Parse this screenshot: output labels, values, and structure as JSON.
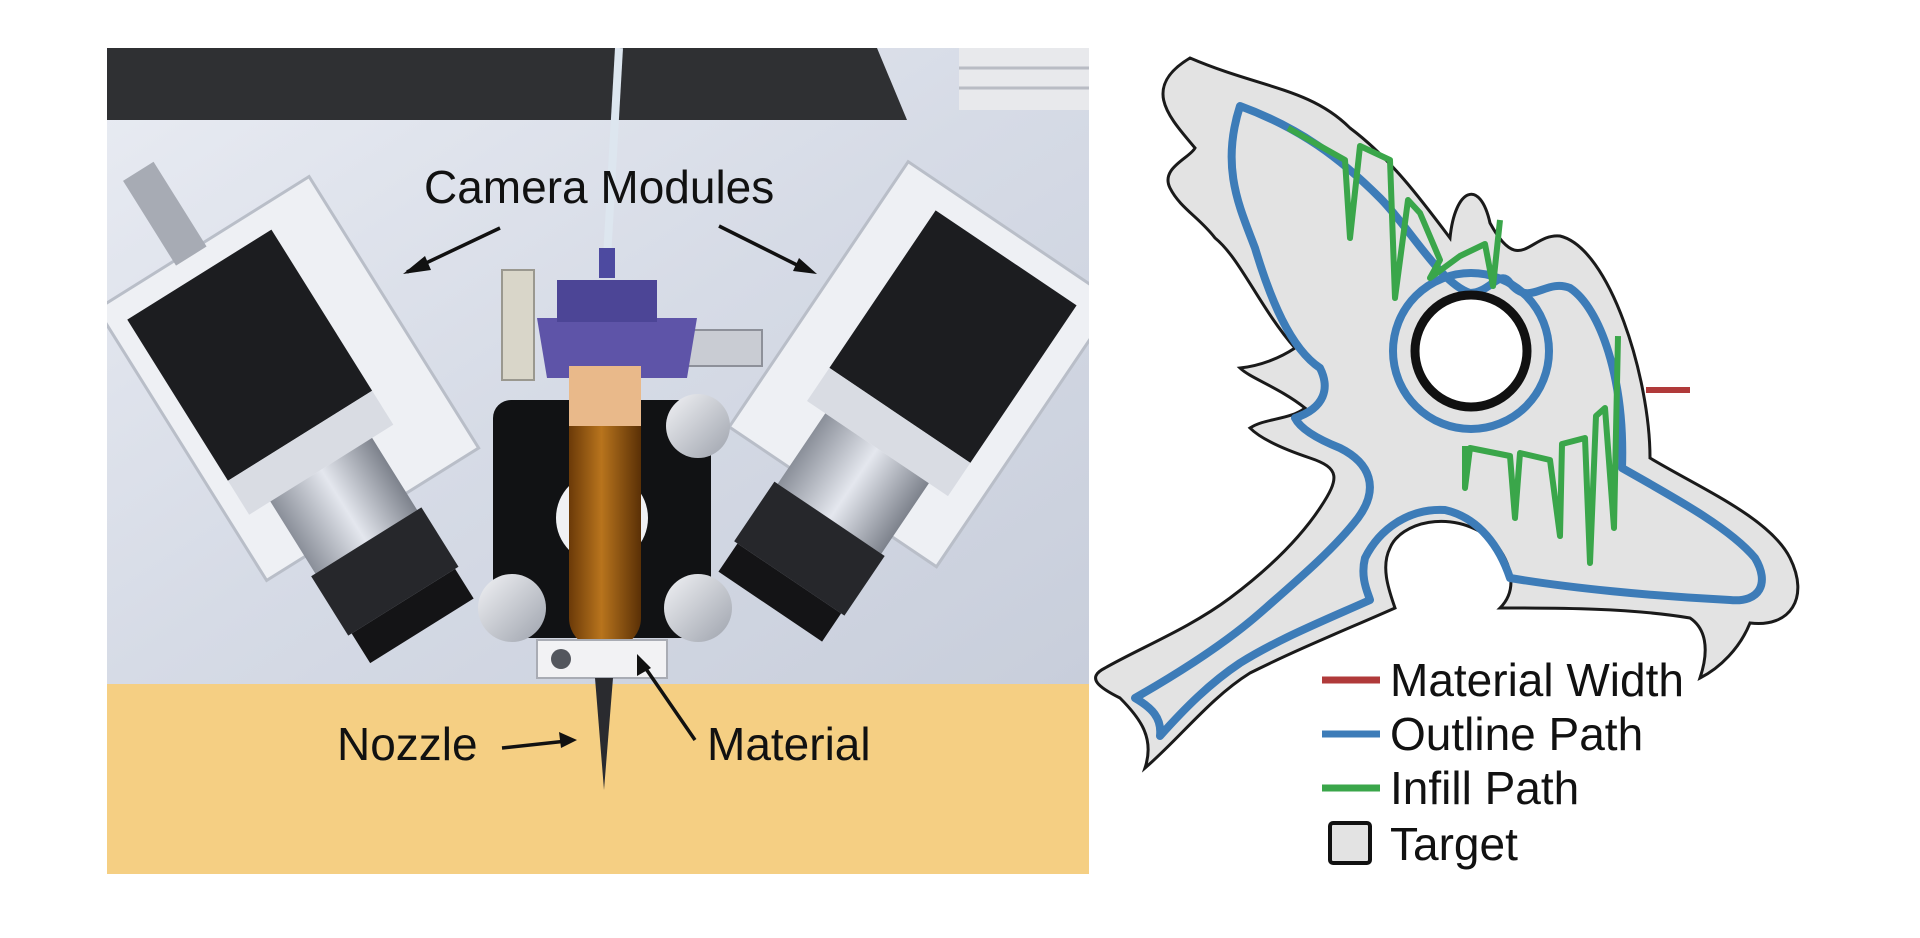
{
  "photo": {
    "labels": {
      "camera_modules": "Camera Modules",
      "nozzle": "Nozzle",
      "material": "Material"
    },
    "colors": {
      "table_surface": "#d8dde8",
      "base_strip": "#f5cf83",
      "purple_clamp": "#5e54a8",
      "material_amber": "#9a5a10"
    }
  },
  "diagram": {
    "legend": [
      {
        "label": "Material Width",
        "color": "#b03a3a",
        "symbol": "line"
      },
      {
        "label": "Outline Path",
        "color": "#3d7cb8",
        "symbol": "line"
      },
      {
        "label": "Infill Path",
        "color": "#3aa64a",
        "symbol": "line"
      },
      {
        "label": "Target",
        "color": "#e3e3e3",
        "symbol": "box"
      }
    ]
  }
}
